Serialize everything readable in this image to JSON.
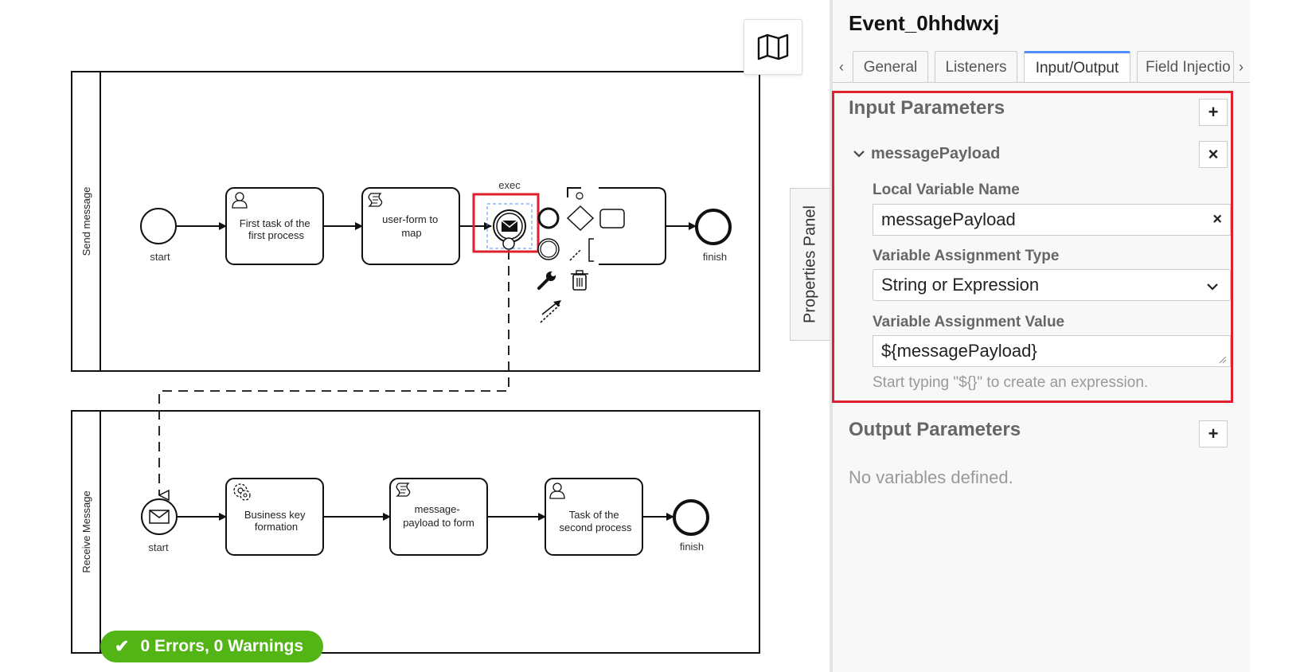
{
  "diagram": {
    "pools": [
      {
        "label": "Send message"
      },
      {
        "label": "Receive Message"
      }
    ],
    "send": {
      "start_label": "start",
      "task1_label_line1": "First task of the",
      "task1_label_line2": "first process",
      "task2_label_line1": "user-form to",
      "task2_label_line2": "map",
      "event_label": "exec",
      "end_label": "finish"
    },
    "receive": {
      "start_label": "start",
      "task1_label_line1": "Business key",
      "task1_label_line2": "formation",
      "task2_label_line1": "message-",
      "task2_label_line2": "payload to form",
      "task3_label_line1": "Task of the",
      "task3_label_line2": "second process",
      "end_label": "finish"
    }
  },
  "status": {
    "text": "0 Errors, 0 Warnings",
    "color": "#52b415"
  },
  "properties_toggle": {
    "label": "Properties Panel"
  },
  "panel": {
    "title": "Event_0hhdwxj",
    "tabs": [
      {
        "label": "General"
      },
      {
        "label": "Listeners"
      },
      {
        "label": "Input/Output",
        "active": true
      },
      {
        "label": "Field Injectio"
      }
    ],
    "tab_prev": "‹",
    "tab_next": "›",
    "input_params": {
      "title": "Input Parameters",
      "add_label": "+",
      "entry": {
        "name": "messagePayload",
        "remove_label": "×",
        "local_var_label": "Local Variable Name",
        "local_var_value": "messagePayload",
        "clear_label": "×",
        "assign_type_label": "Variable Assignment Type",
        "assign_type_value": "String or Expression",
        "assign_value_label": "Variable Assignment Value",
        "assign_value": "${messagePayload}",
        "hint": "Start typing \"${}\" to create an expression."
      }
    },
    "output_params": {
      "title": "Output Parameters",
      "add_label": "+",
      "empty": "No variables defined."
    }
  },
  "colors": {
    "highlight": "#e0202d",
    "selection": "#4d90fe",
    "success": "#52b415"
  }
}
